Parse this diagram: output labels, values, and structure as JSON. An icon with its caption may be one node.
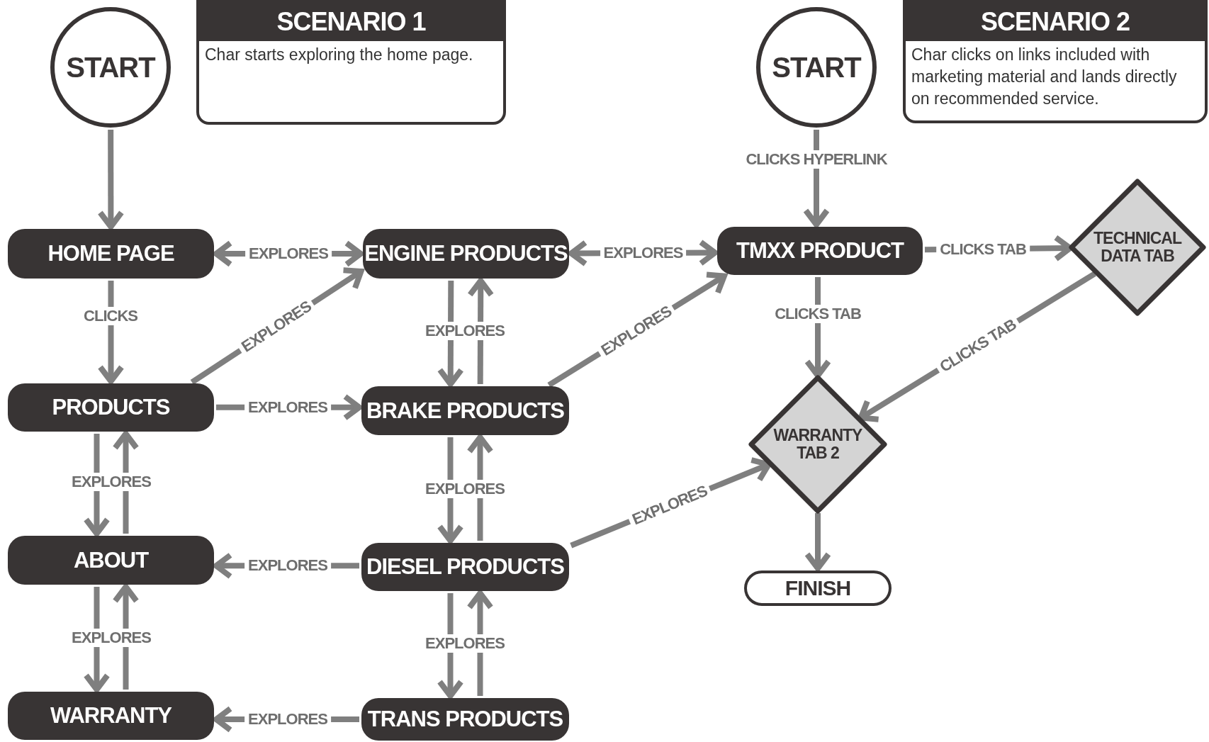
{
  "diagram": {
    "nodes": [
      {
        "text": [
          "START"
        ]
      },
      {
        "text": [
          "SCENARIO 1",
          "Char starts exploring the home page."
        ]
      },
      {
        "text": [
          "START"
        ]
      },
      {
        "text": [
          "SCENARIO 2",
          "Char clicks on links included with marketing material and lands directly on recommended service."
        ]
      },
      {
        "text": [
          "HOME PAGE"
        ]
      },
      {
        "text": [
          "ENGINE PRODUCTS"
        ]
      },
      {
        "text": [
          "TMXX PRODUCT"
        ]
      },
      {
        "text": [
          "TECHNICAL DATA TAB"
        ]
      },
      {
        "text": [
          "PRODUCTS"
        ]
      },
      {
        "text": [
          "BRAKE PRODUCTS"
        ]
      },
      {
        "text": [
          "WARRANTY TAB 2"
        ]
      },
      {
        "text": [
          "ABOUT"
        ]
      },
      {
        "text": [
          "DIESEL PRODUCTS"
        ]
      },
      {
        "text": [
          "FINISH"
        ]
      },
      {
        "text": [
          "WARRANTY"
        ]
      },
      {
        "text": [
          "TRANS PRODUCTS"
        ]
      }
    ],
    "edges": [
      {
        "from": 0,
        "to": 4,
        "arrow": "to"
      },
      {
        "from": 4,
        "to": 5,
        "arrow": "both",
        "label": "EXPLORES"
      },
      {
        "from": 5,
        "to": 6,
        "arrow": "both",
        "label": "EXPLORES"
      },
      {
        "from": 2,
        "to": 6,
        "arrow": "to",
        "label": "CLICKS HYPERLINK"
      },
      {
        "from": 6,
        "to": 7,
        "arrow": "to",
        "label": "CLICKS TAB"
      },
      {
        "from": 4,
        "to": 8,
        "arrow": "to",
        "label": "CLICKS"
      },
      {
        "from": 8,
        "to": 5,
        "arrow": "to",
        "label": "EXPLORES"
      },
      {
        "from": 8,
        "to": 9,
        "arrow": "to",
        "label": "EXPLORES"
      },
      {
        "from": 9,
        "to": 6,
        "arrow": "to",
        "label": "EXPLORES"
      },
      {
        "from": 5,
        "to": 9,
        "arrow": "to",
        "label": "EXPLORES"
      },
      {
        "from": 9,
        "to": 5,
        "arrow": "to"
      },
      {
        "from": 6,
        "to": 10,
        "arrow": "to",
        "label": "CLICKS TAB"
      },
      {
        "from": 7,
        "to": 10,
        "arrow": "to",
        "label": "CLICKS TAB"
      },
      {
        "from": 8,
        "to": 11,
        "arrow": "to",
        "label": "EXPLORES"
      },
      {
        "from": 11,
        "to": 8,
        "arrow": "to"
      },
      {
        "from": 9,
        "to": 12,
        "arrow": "to",
        "label": "EXPLORES"
      },
      {
        "from": 12,
        "to": 9,
        "arrow": "to"
      },
      {
        "from": 12,
        "to": 11,
        "arrow": "to",
        "label": "EXPLORES"
      },
      {
        "from": 12,
        "to": 10,
        "arrow": "to",
        "label": "EXPLORES"
      },
      {
        "from": 10,
        "to": 13,
        "arrow": "to"
      },
      {
        "from": 11,
        "to": 14,
        "arrow": "to",
        "label": "EXPLORES"
      },
      {
        "from": 14,
        "to": 11,
        "arrow": "to"
      },
      {
        "from": 12,
        "to": 15,
        "arrow": "to",
        "label": "EXPLORES"
      },
      {
        "from": 15,
        "to": 12,
        "arrow": "to"
      },
      {
        "from": 15,
        "to": 14,
        "arrow": "to",
        "label": "EXPLORES"
      }
    ]
  }
}
